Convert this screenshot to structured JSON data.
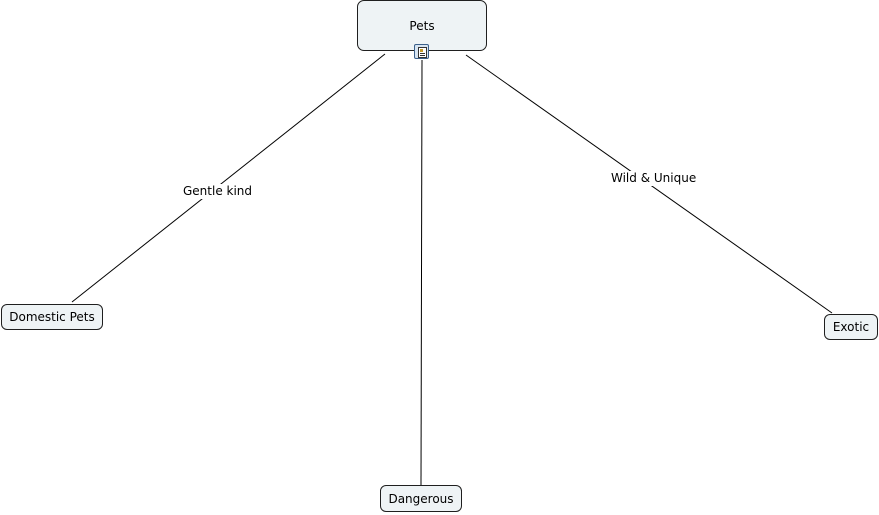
{
  "concept_map": {
    "root": {
      "label": "Pets",
      "resource_icon": "resource-document-icon"
    },
    "nodes": {
      "domestic": {
        "label": "Domestic Pets"
      },
      "dangerous": {
        "label": "Dangerous"
      },
      "exotic": {
        "label": "Exotic"
      }
    },
    "links": {
      "domestic": {
        "label": "Gentle kind"
      },
      "exotic": {
        "label": "Wild & Unique"
      }
    },
    "colors": {
      "node_fill": "#eef3f5",
      "node_border": "#1f1f1f",
      "line": "#000000",
      "background": "#ffffff"
    }
  }
}
